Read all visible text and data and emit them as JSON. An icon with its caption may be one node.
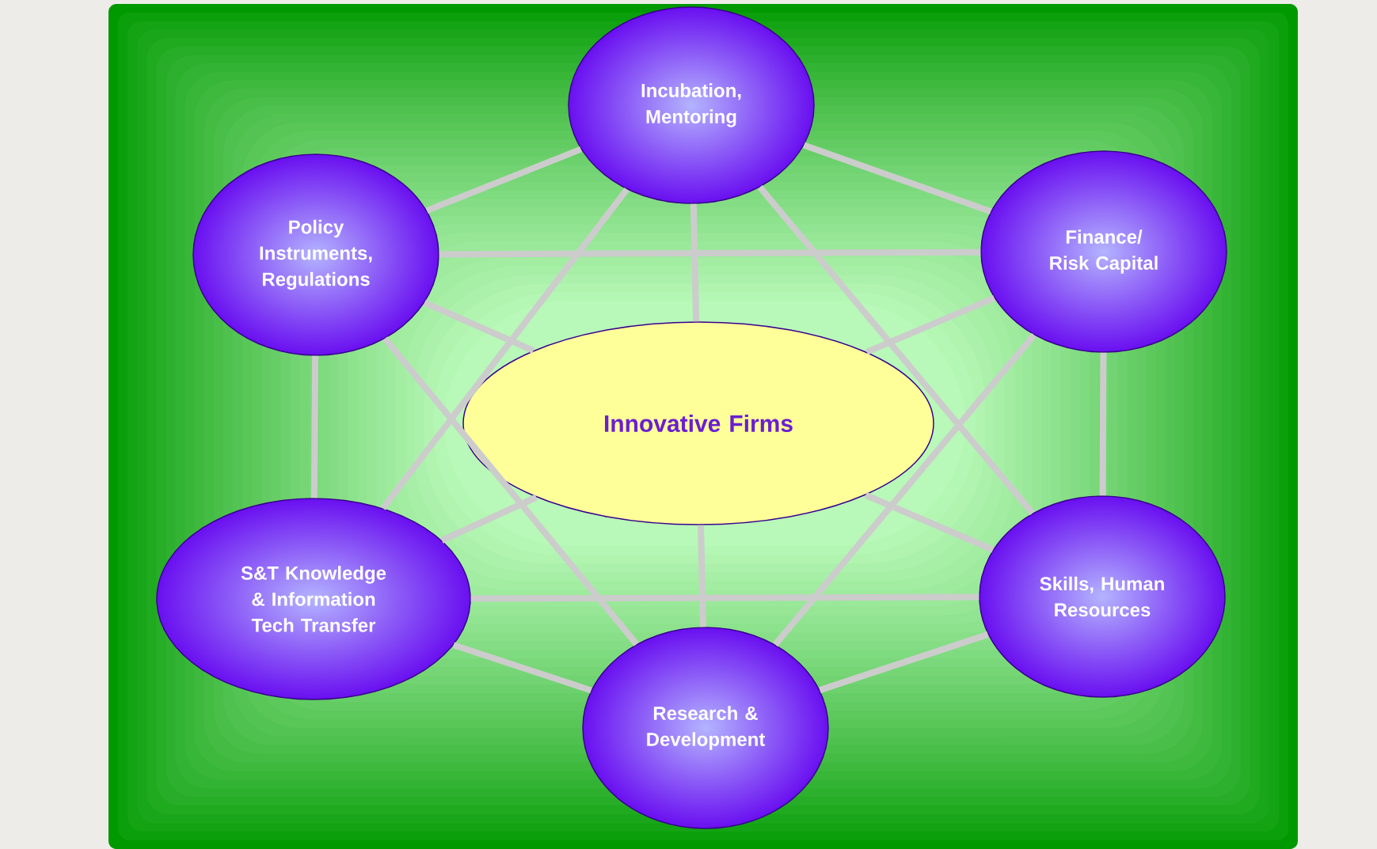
{
  "diagram": {
    "nodes": [
      {
        "text": [
          "Incubation, Mentoring"
        ]
      },
      {
        "text": [
          "Policy Instruments, Regulations"
        ]
      },
      {
        "text": [
          "Finance/ Risk Capital"
        ]
      },
      {
        "text": [
          "Innovative Firms"
        ]
      },
      {
        "text": [
          "S&T Knowledge & Information Tech Transfer"
        ]
      },
      {
        "text": [
          "Skills, Human Resources"
        ]
      },
      {
        "text": [
          "Research & Development"
        ]
      }
    ],
    "edges": [
      {
        "from": 0,
        "to": 1,
        "arrow": "none"
      },
      {
        "from": 0,
        "to": 2,
        "arrow": "none"
      },
      {
        "from": 0,
        "to": 4,
        "arrow": "none"
      },
      {
        "from": 0,
        "to": 5,
        "arrow": "none"
      },
      {
        "from": 0,
        "to": 3,
        "arrow": "none"
      },
      {
        "from": 1,
        "to": 2,
        "arrow": "none"
      },
      {
        "from": 1,
        "to": 4,
        "arrow": "none"
      },
      {
        "from": 1,
        "to": 6,
        "arrow": "none"
      },
      {
        "from": 1,
        "to": 3,
        "arrow": "none"
      },
      {
        "from": 2,
        "to": 5,
        "arrow": "none"
      },
      {
        "from": 2,
        "to": 6,
        "arrow": "none"
      },
      {
        "from": 2,
        "to": 3,
        "arrow": "none"
      },
      {
        "from": 3,
        "to": 4,
        "arrow": "none"
      },
      {
        "from": 3,
        "to": 5,
        "arrow": "none"
      },
      {
        "from": 3,
        "to": 6,
        "arrow": "none"
      },
      {
        "from": 4,
        "to": 5,
        "arrow": "none"
      },
      {
        "from": 4,
        "to": 6,
        "arrow": "none"
      },
      {
        "from": 5,
        "to": 6,
        "arrow": "none"
      }
    ]
  }
}
